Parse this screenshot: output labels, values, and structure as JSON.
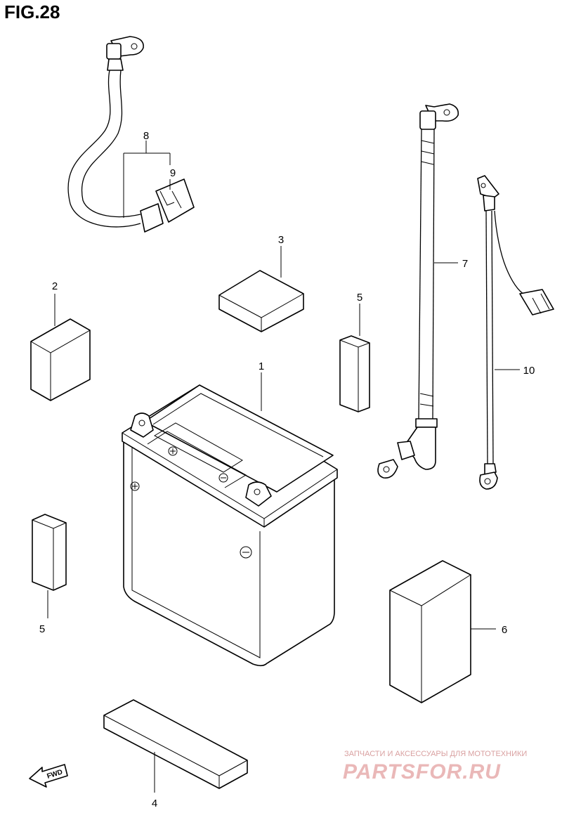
{
  "figure": {
    "title": "FIG.28"
  },
  "callouts": {
    "c1": "1",
    "c2": "2",
    "c3": "3",
    "c4": "4",
    "c5a": "5",
    "c5b": "5",
    "c6": "6",
    "c7": "7",
    "c8": "8",
    "c9": "9",
    "c10": "10"
  },
  "direction_badge": {
    "label": "FWD"
  },
  "watermark": {
    "tagline": "ЗАПЧАСТИ И АКСЕССУАРЫ ДЛЯ МОТОТЕХНИКИ",
    "brand": "PARTSFOR.RU"
  },
  "colors": {
    "line": "#000000",
    "background": "#ffffff",
    "watermark": "#e8b0b0"
  }
}
